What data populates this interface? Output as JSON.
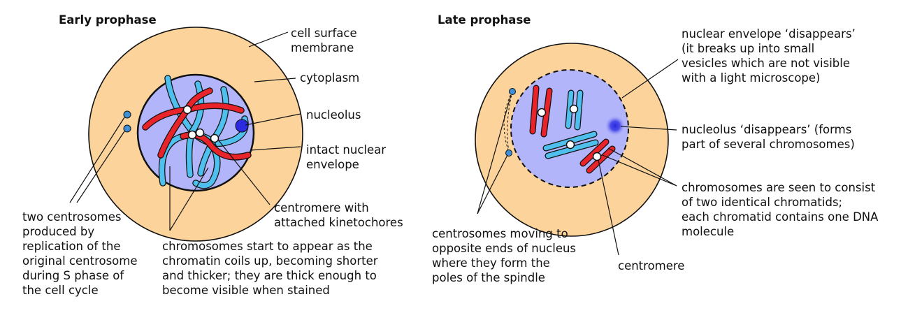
{
  "panels": {
    "early": {
      "heading": "Early prophase",
      "labels": {
        "cell_surface_membrane": [
          "cell surface",
          "membrane"
        ],
        "cytoplasm": [
          "cytoplasm"
        ],
        "nucleolus": [
          "nucleolus"
        ],
        "intact_nuclear_envelope": [
          "intact nuclear",
          "envelope"
        ],
        "centromere": [
          "centromere with",
          "attached kinetochores"
        ],
        "chromosomes": [
          "chromosomes start to appear as the",
          "chromatin coils up, becoming shorter",
          "and thicker; they are thick enough to",
          "become visible when stained"
        ],
        "centrosomes": [
          "two centrosomes",
          "produced by",
          "replication of the",
          "original centrosome",
          "during S phase of",
          "the cell cycle"
        ]
      }
    },
    "late": {
      "heading": "Late prophase",
      "labels": {
        "nuclear_envelope": [
          "nuclear envelope ‘disappears’",
          "(it breaks up into small",
          "vesicles which are not visible",
          "with a light microscope)"
        ],
        "nucleolus": [
          "nucleolus ‘disappears’ (forms",
          "part of several chromosomes)"
        ],
        "chromatids": [
          "chromosomes are seen to consist",
          "of two identical chromatids;",
          "each chromatid contains one DNA",
          "molecule"
        ],
        "centromere": [
          "centromere"
        ],
        "centrosomes": [
          "centrosomes moving to",
          "opposite ends of nucleus",
          "where they form the",
          "poles of the spindle"
        ]
      }
    }
  },
  "colors": {
    "cytoplasm": "#fbd39b",
    "nucleus": "#b3b5fb",
    "chromosome_red": "#e8242a",
    "chromosome_blue": "#4fbfed",
    "nucleolus": "#2a2ae0",
    "centrosome": "#3f8fd6",
    "line": "#111111"
  }
}
